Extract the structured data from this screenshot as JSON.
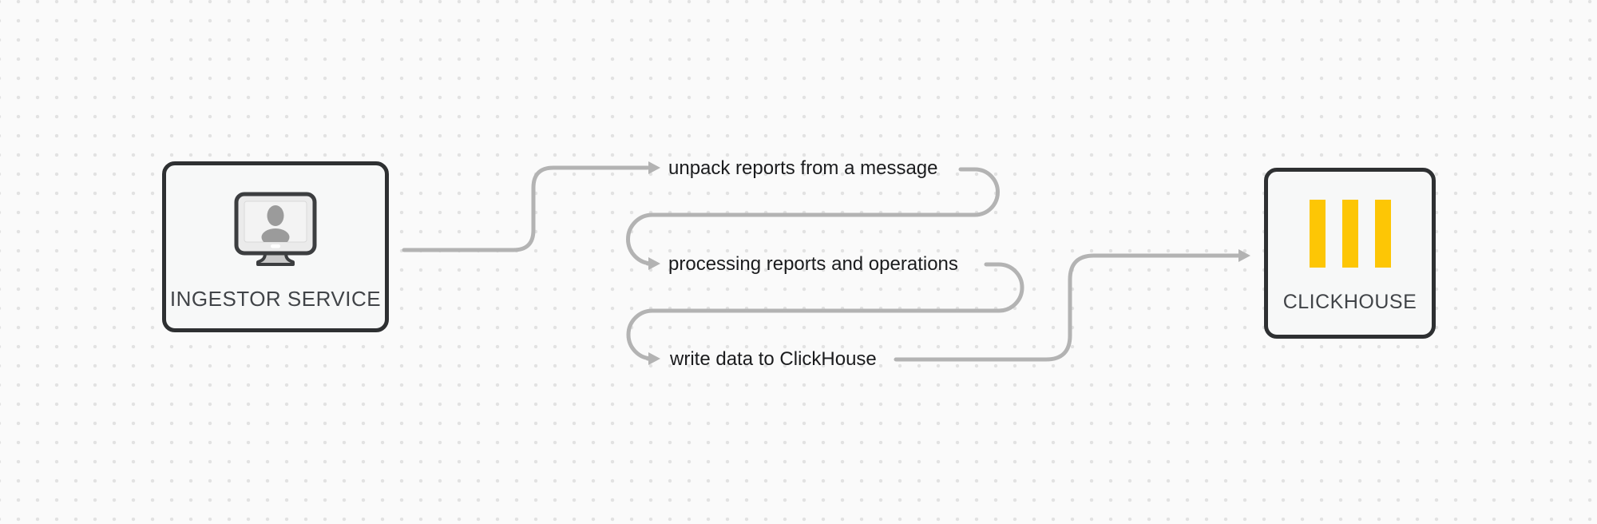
{
  "colors": {
    "bg": "#fafafa",
    "dot": "#e2e2e2",
    "arrow": "#b3b3b3",
    "node-border": "#2e3032",
    "node-bg": "#f7f8f8",
    "node-label": "#414448",
    "step-text": "#1b1c1e",
    "clickhouse-yellow": "#fdc605",
    "icon-gray": "#9b9b9b",
    "icon-dark": "#3c3e40",
    "icon-bezel": "#ebebeb",
    "icon-screen": "#f3f3f3",
    "icon-stand": "#c9c9c9"
  },
  "nodes": {
    "ingestor": {
      "label": "INGESTOR SERVICE",
      "icon": "workstation-monitor-icon"
    },
    "clickhouse": {
      "label": "CLICKHOUSE",
      "icon": "clickhouse-bars-icon"
    }
  },
  "steps": [
    {
      "label": "unpack reports from a message"
    },
    {
      "label": "processing reports and operations"
    },
    {
      "label": "write data to ClickHouse"
    }
  ]
}
